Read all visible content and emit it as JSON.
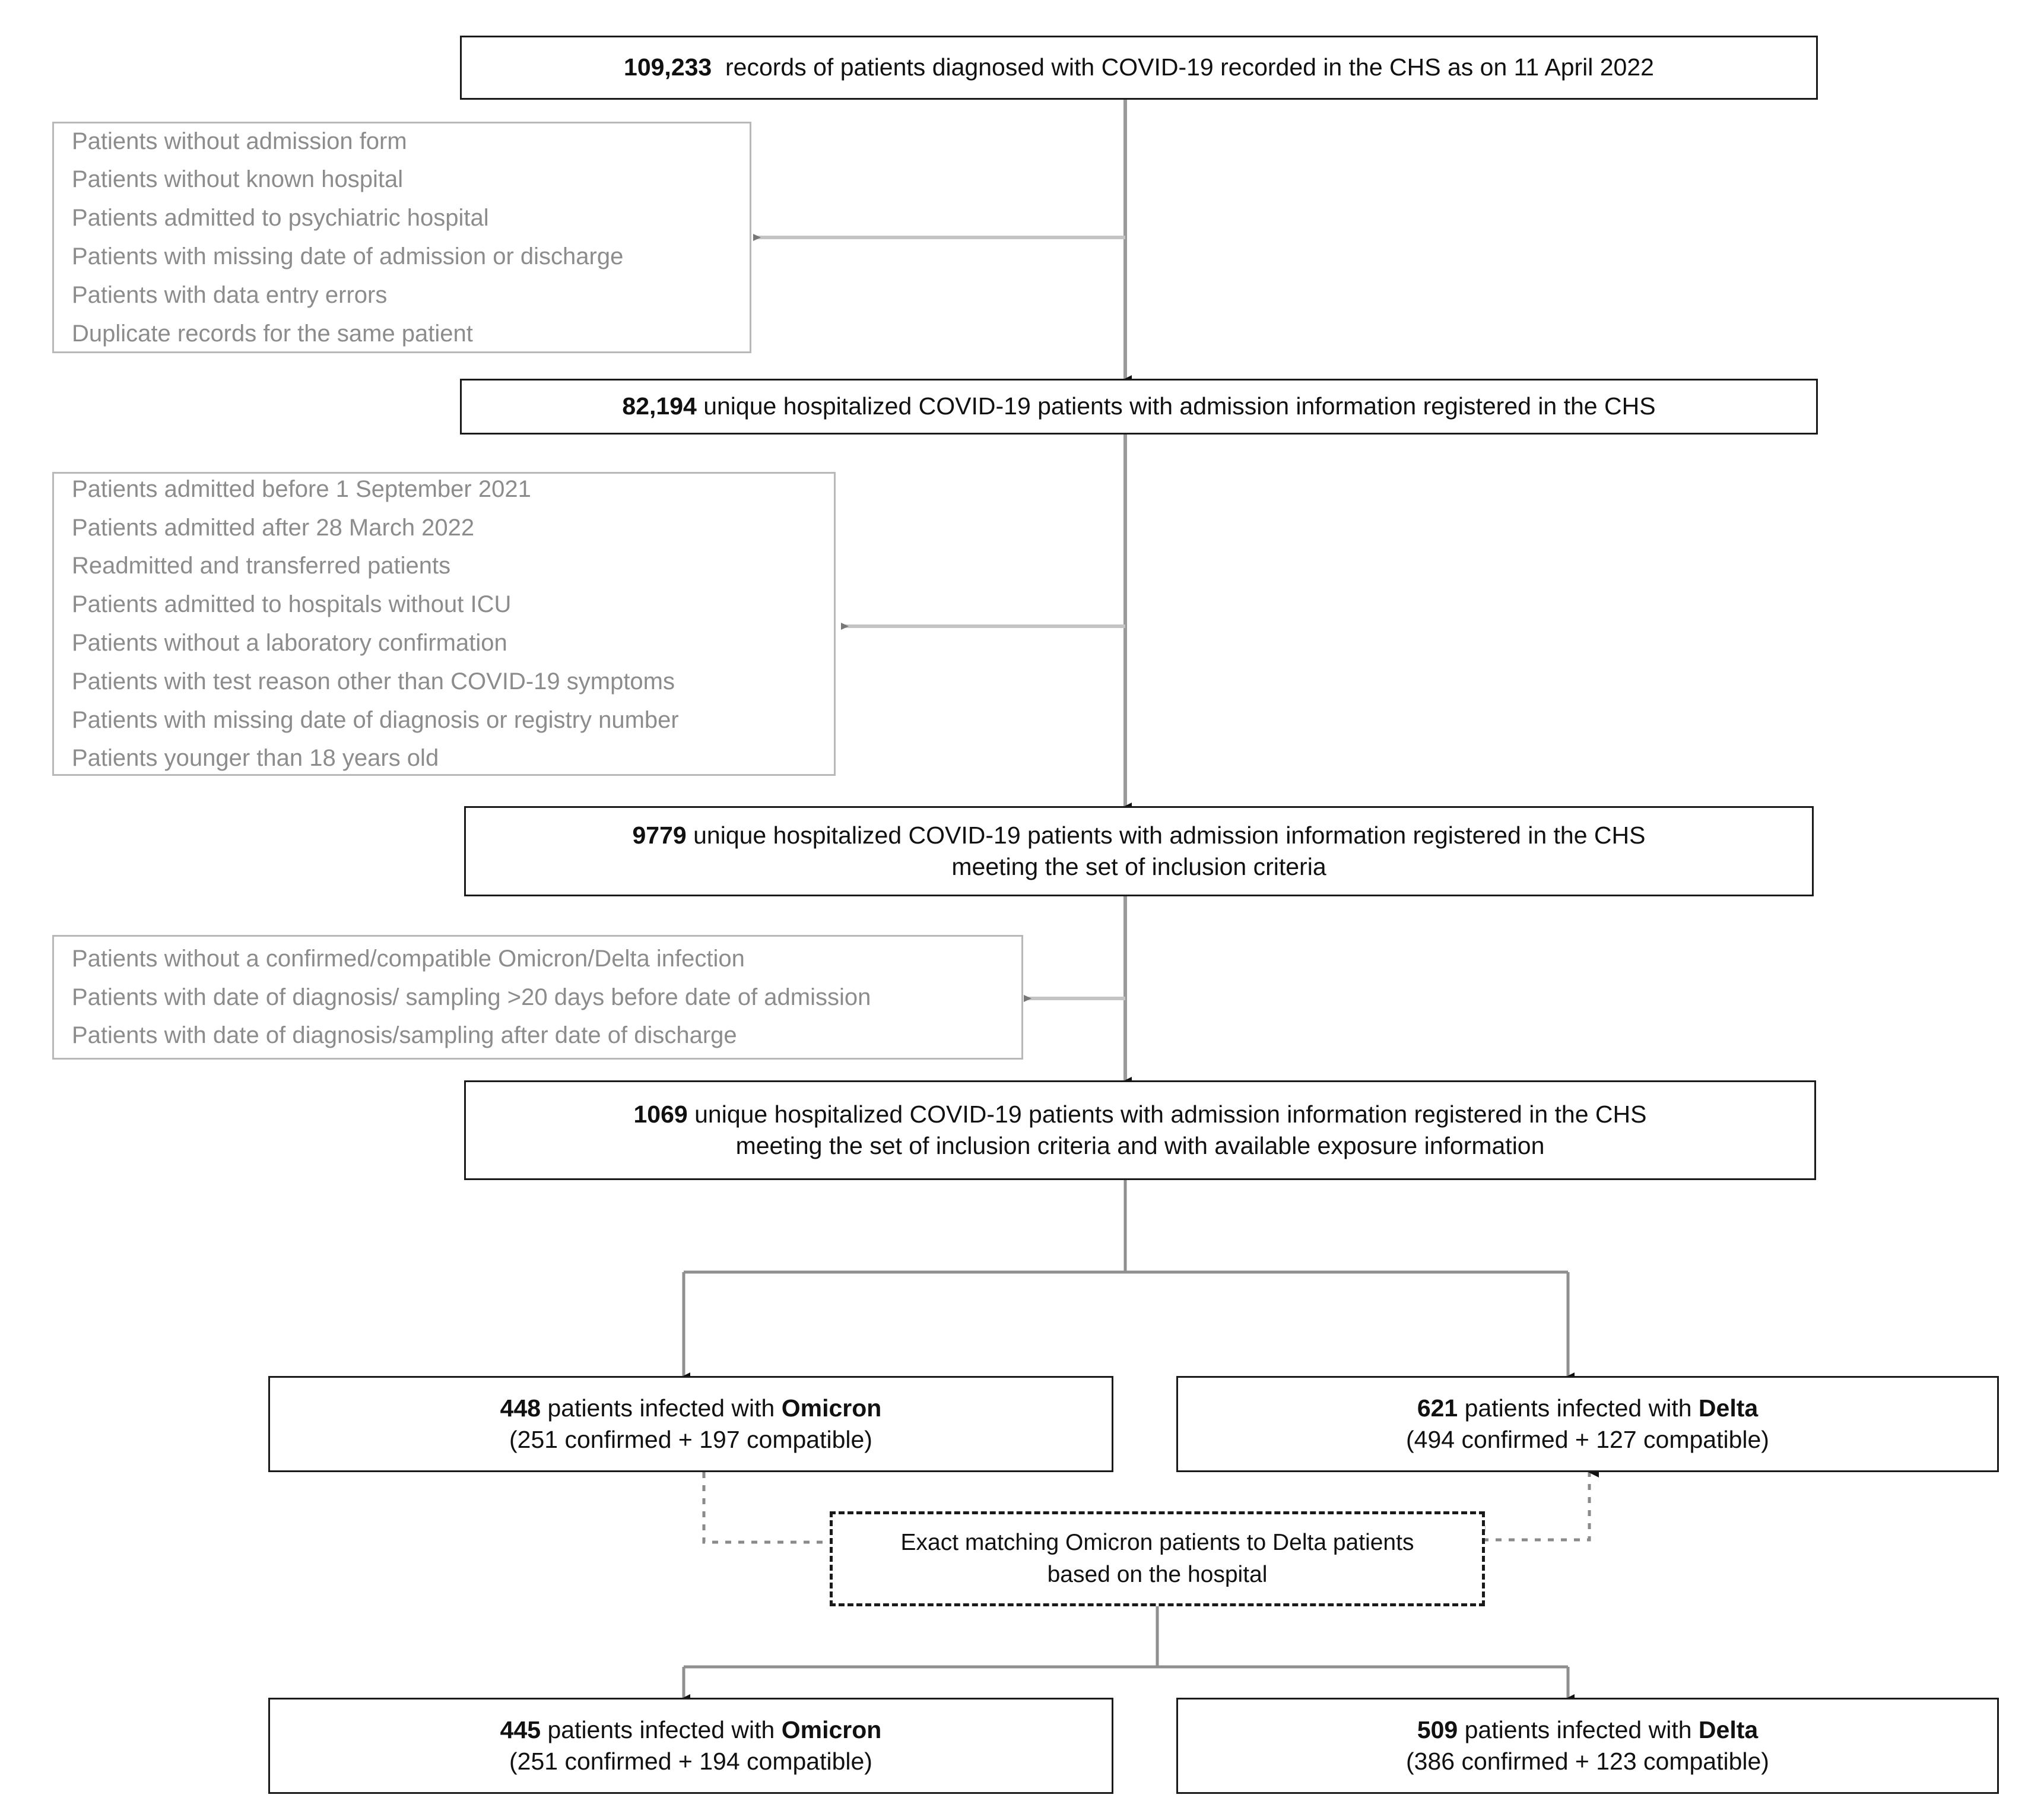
{
  "diagram": {
    "type": "flowchart",
    "title": "Patient selection flow diagram (CHS COVID-19 Omicron vs Delta)",
    "flow_nodes": [
      {
        "id": "n1",
        "count": "109,233",
        "lines": [
          "109,233  records of patients diagnosed with COVID-19 recorded in the CHS as on 11 April 2022"
        ]
      },
      {
        "id": "n2",
        "count": "82,194",
        "lines": [
          "82,194 unique hospitalized COVID-19 patients with admission information registered in the CHS"
        ]
      },
      {
        "id": "n3",
        "count": "9779",
        "lines": [
          "9779 unique hospitalized COVID-19 patients with admission information registered in the CHS",
          "meeting the set of inclusion criteria"
        ]
      },
      {
        "id": "n4",
        "count": "1069",
        "lines": [
          "1069 unique hospitalized COVID-19 patients with admission information registered in the CHS",
          "meeting the set of inclusion criteria and with available exposure information"
        ]
      }
    ],
    "exclusion_boxes": [
      {
        "id": "e1",
        "items": [
          "Patients without admission form",
          "Patients without known hospital",
          "Patients admitted to psychiatric hospital",
          "Patients with missing date of admission or discharge",
          "Patients with data entry errors",
          "Duplicate records for the same patient"
        ]
      },
      {
        "id": "e2",
        "items": [
          "Patients admitted before 1 September 2021",
          "Patients admitted after 28 March 2022",
          "Readmitted and transferred patients",
          "Patients admitted to hospitals without ICU",
          "Patients without a laboratory confirmation",
          "Patients with test reason other than COVID-19 symptoms",
          "Patients with missing date of diagnosis or registry number",
          "Patients younger than 18 years old"
        ]
      },
      {
        "id": "e3",
        "items": [
          "Patients without a confirmed/compatible Omicron/Delta infection",
          "Patients with date of diagnosis/ sampling >20 days before date of admission",
          "Patients with date of diagnosis/sampling after date of discharge"
        ]
      }
    ],
    "branch_nodes": {
      "omicron_pre": {
        "count": "448",
        "variant": "Omicron",
        "line1_prefix": "448",
        "line1_mid": " patients infected with ",
        "line1_variant": "Omicron",
        "line2": "(251 confirmed + 197 compatible)",
        "confirmed": 251,
        "compatible": 197
      },
      "delta_pre": {
        "count": "621",
        "variant": "Delta",
        "line1_prefix": "621",
        "line1_mid": " patients infected with ",
        "line1_variant": "Delta",
        "line2": "(494 confirmed + 127 compatible)",
        "confirmed": 494,
        "compatible": 127
      },
      "omicron_post": {
        "count": "445",
        "variant": "Omicron",
        "line1_prefix": "445",
        "line1_mid": " patients infected with ",
        "line1_variant": "Omicron",
        "line2": "(251 confirmed + 194 compatible)",
        "confirmed": 251,
        "compatible": 194
      },
      "delta_post": {
        "count": "509",
        "variant": "Delta",
        "line1_prefix": "509",
        "line1_mid": " patients infected with ",
        "line1_variant": "Delta",
        "line2": "(386 confirmed + 123 compatible)",
        "confirmed": 386,
        "compatible": 123
      }
    },
    "matching_box": {
      "line1": "Exact matching Omicron patients to Delta patients",
      "line2": "based on the hospital"
    },
    "colors": {
      "solid_border": "#1a1a1a",
      "exclusion_border": "#b8b8b8",
      "exclusion_text": "#8c8c8c",
      "connector": "#9a9a9a",
      "arrowhead": "#111111",
      "text": "#111111",
      "background": "#ffffff"
    }
  }
}
